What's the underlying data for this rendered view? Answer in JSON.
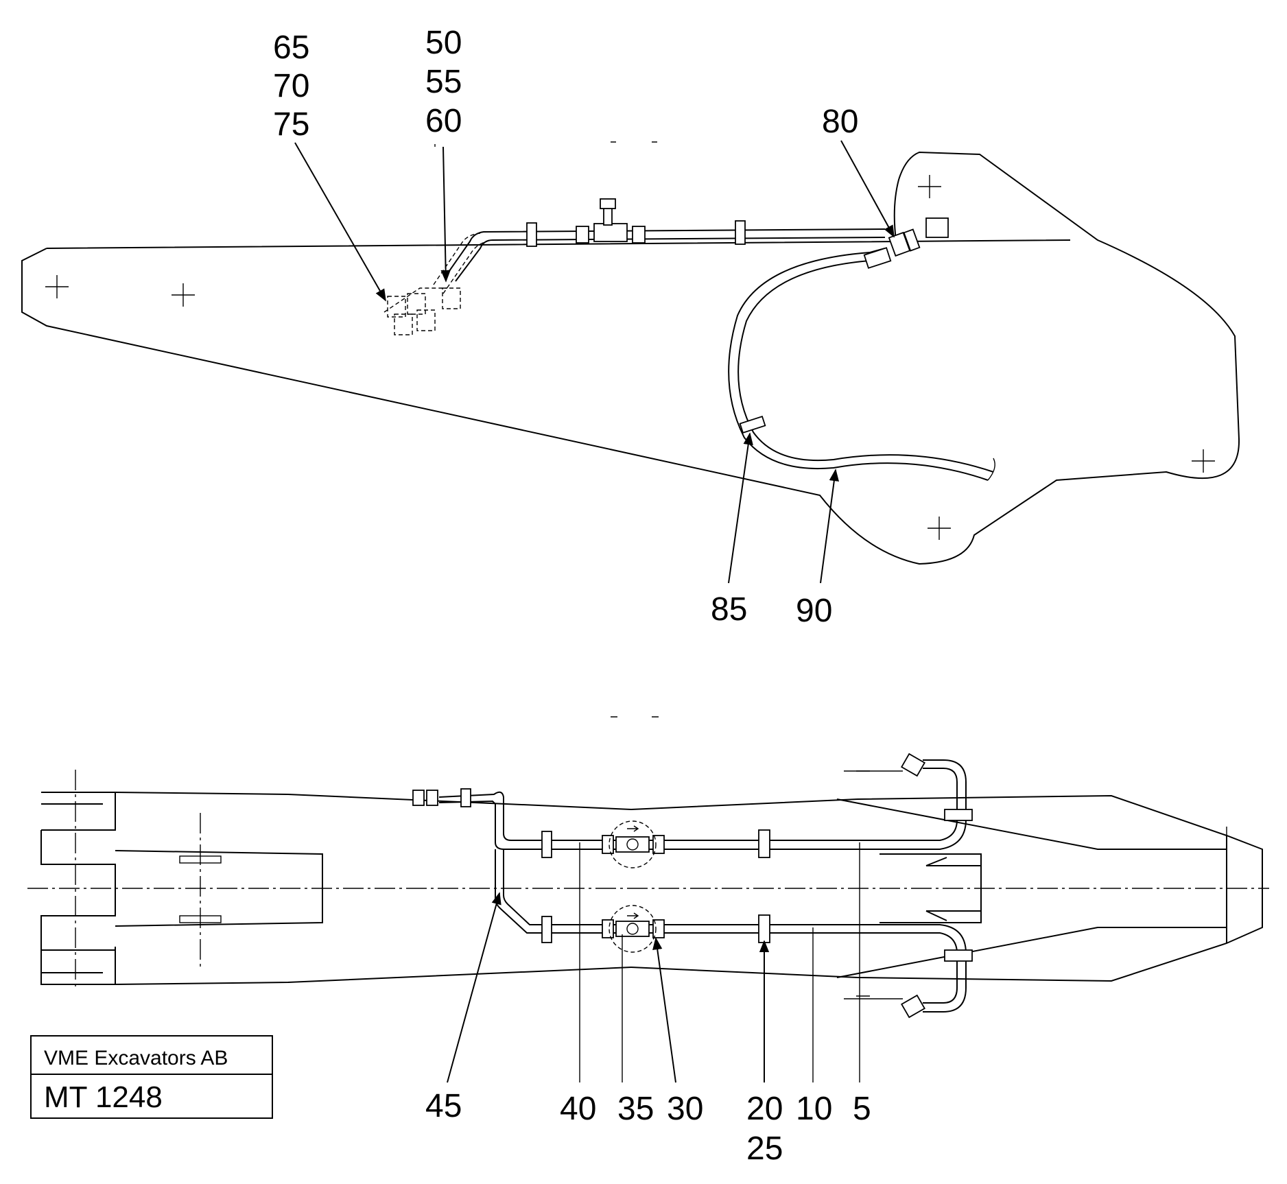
{
  "top_view": {
    "labels": {
      "l65": "65",
      "l70": "70",
      "l75": "75",
      "l50": "50",
      "l55": "55",
      "l60": "60",
      "l80": "80",
      "l85": "85",
      "l90": "90"
    }
  },
  "bottom_view": {
    "labels": {
      "l45": "45",
      "l40": "40",
      "l35": "35",
      "l30": "30",
      "l20": "20",
      "l25": "25",
      "l10": "10",
      "l5": "5"
    }
  },
  "title_block": {
    "company": "VME Excavators AB",
    "drawing_number": "MT 1248"
  }
}
